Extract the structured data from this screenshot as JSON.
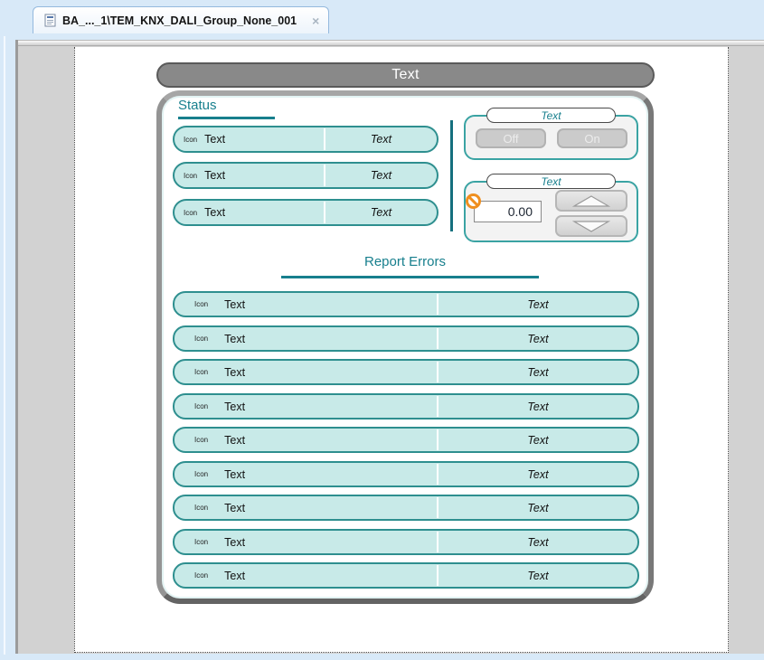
{
  "tab": {
    "title": "BA_..._1\\TEM_KNX_DALI_Group_None_001",
    "close_glyph": "×"
  },
  "header": {
    "title": "Text"
  },
  "status": {
    "heading": "Status",
    "rows": [
      {
        "icon": "Icon",
        "label": "Text",
        "value": "Text"
      },
      {
        "icon": "Icon",
        "label": "Text",
        "value": "Text"
      },
      {
        "icon": "Icon",
        "label": "Text",
        "value": "Text"
      }
    ]
  },
  "switch_group": {
    "title": "Text",
    "off_label": "Off",
    "on_label": "On"
  },
  "value_group": {
    "title": "Text",
    "value": "0.00"
  },
  "report": {
    "heading": "Report Errors",
    "rows": [
      {
        "icon": "Icon",
        "label": "Text",
        "value": "Text"
      },
      {
        "icon": "Icon",
        "label": "Text",
        "value": "Text"
      },
      {
        "icon": "Icon",
        "label": "Text",
        "value": "Text"
      },
      {
        "icon": "Icon",
        "label": "Text",
        "value": "Text"
      },
      {
        "icon": "Icon",
        "label": "Text",
        "value": "Text"
      },
      {
        "icon": "Icon",
        "label": "Text",
        "value": "Text"
      },
      {
        "icon": "Icon",
        "label": "Text",
        "value": "Text"
      },
      {
        "icon": "Icon",
        "label": "Text",
        "value": "Text"
      },
      {
        "icon": "Icon",
        "label": "Text",
        "value": "Text"
      }
    ]
  },
  "colors": {
    "accent_teal": "#177f8d",
    "pill_fill": "#c8eae8",
    "pill_border": "#2e8f8f",
    "header_gray": "#898989",
    "warning_orange": "#ef8f1f",
    "frame_blue": "#d8e9f8"
  }
}
